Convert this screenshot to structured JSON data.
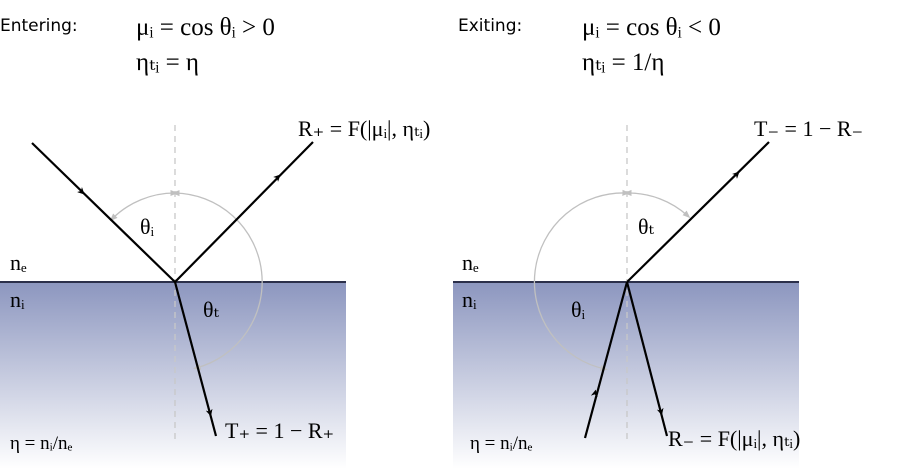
{
  "left": {
    "heading": "Entering:",
    "mu_eq": "μᵢ = cos θᵢ > 0",
    "eta_eq": "ηₜᵢ = η",
    "reflect_label": "R₊ = F(|μᵢ|, ηₜᵢ)",
    "transmit_label": "T₊ = 1 − R₊",
    "medium_outer": "nₑ",
    "medium_inner": "nᵢ",
    "angle_incident": "θᵢ",
    "angle_transmit": "θₜ",
    "ratio": "η = nᵢ/nₑ"
  },
  "right": {
    "heading": "Exiting:",
    "mu_eq": "μᵢ = cos θᵢ < 0",
    "eta_eq": "ηₜᵢ = 1/η",
    "transmit_label": "T₋ = 1 − R₋",
    "reflect_label": "R₋ = F(|μᵢ|, ηₜᵢ)",
    "medium_outer": "nₑ",
    "medium_inner": "nᵢ",
    "angle_incident": "θᵢ",
    "angle_transmit": "θₜ",
    "ratio": "η = nᵢ/nₑ"
  },
  "colors": {
    "medium_top": "#8c96bf",
    "medium_bottom": "#ffffff",
    "surface_line": "#2b2f4a",
    "ray": "#000000",
    "normal_line": "#c8c8c8",
    "angle_arc": "#c0c0c0"
  }
}
